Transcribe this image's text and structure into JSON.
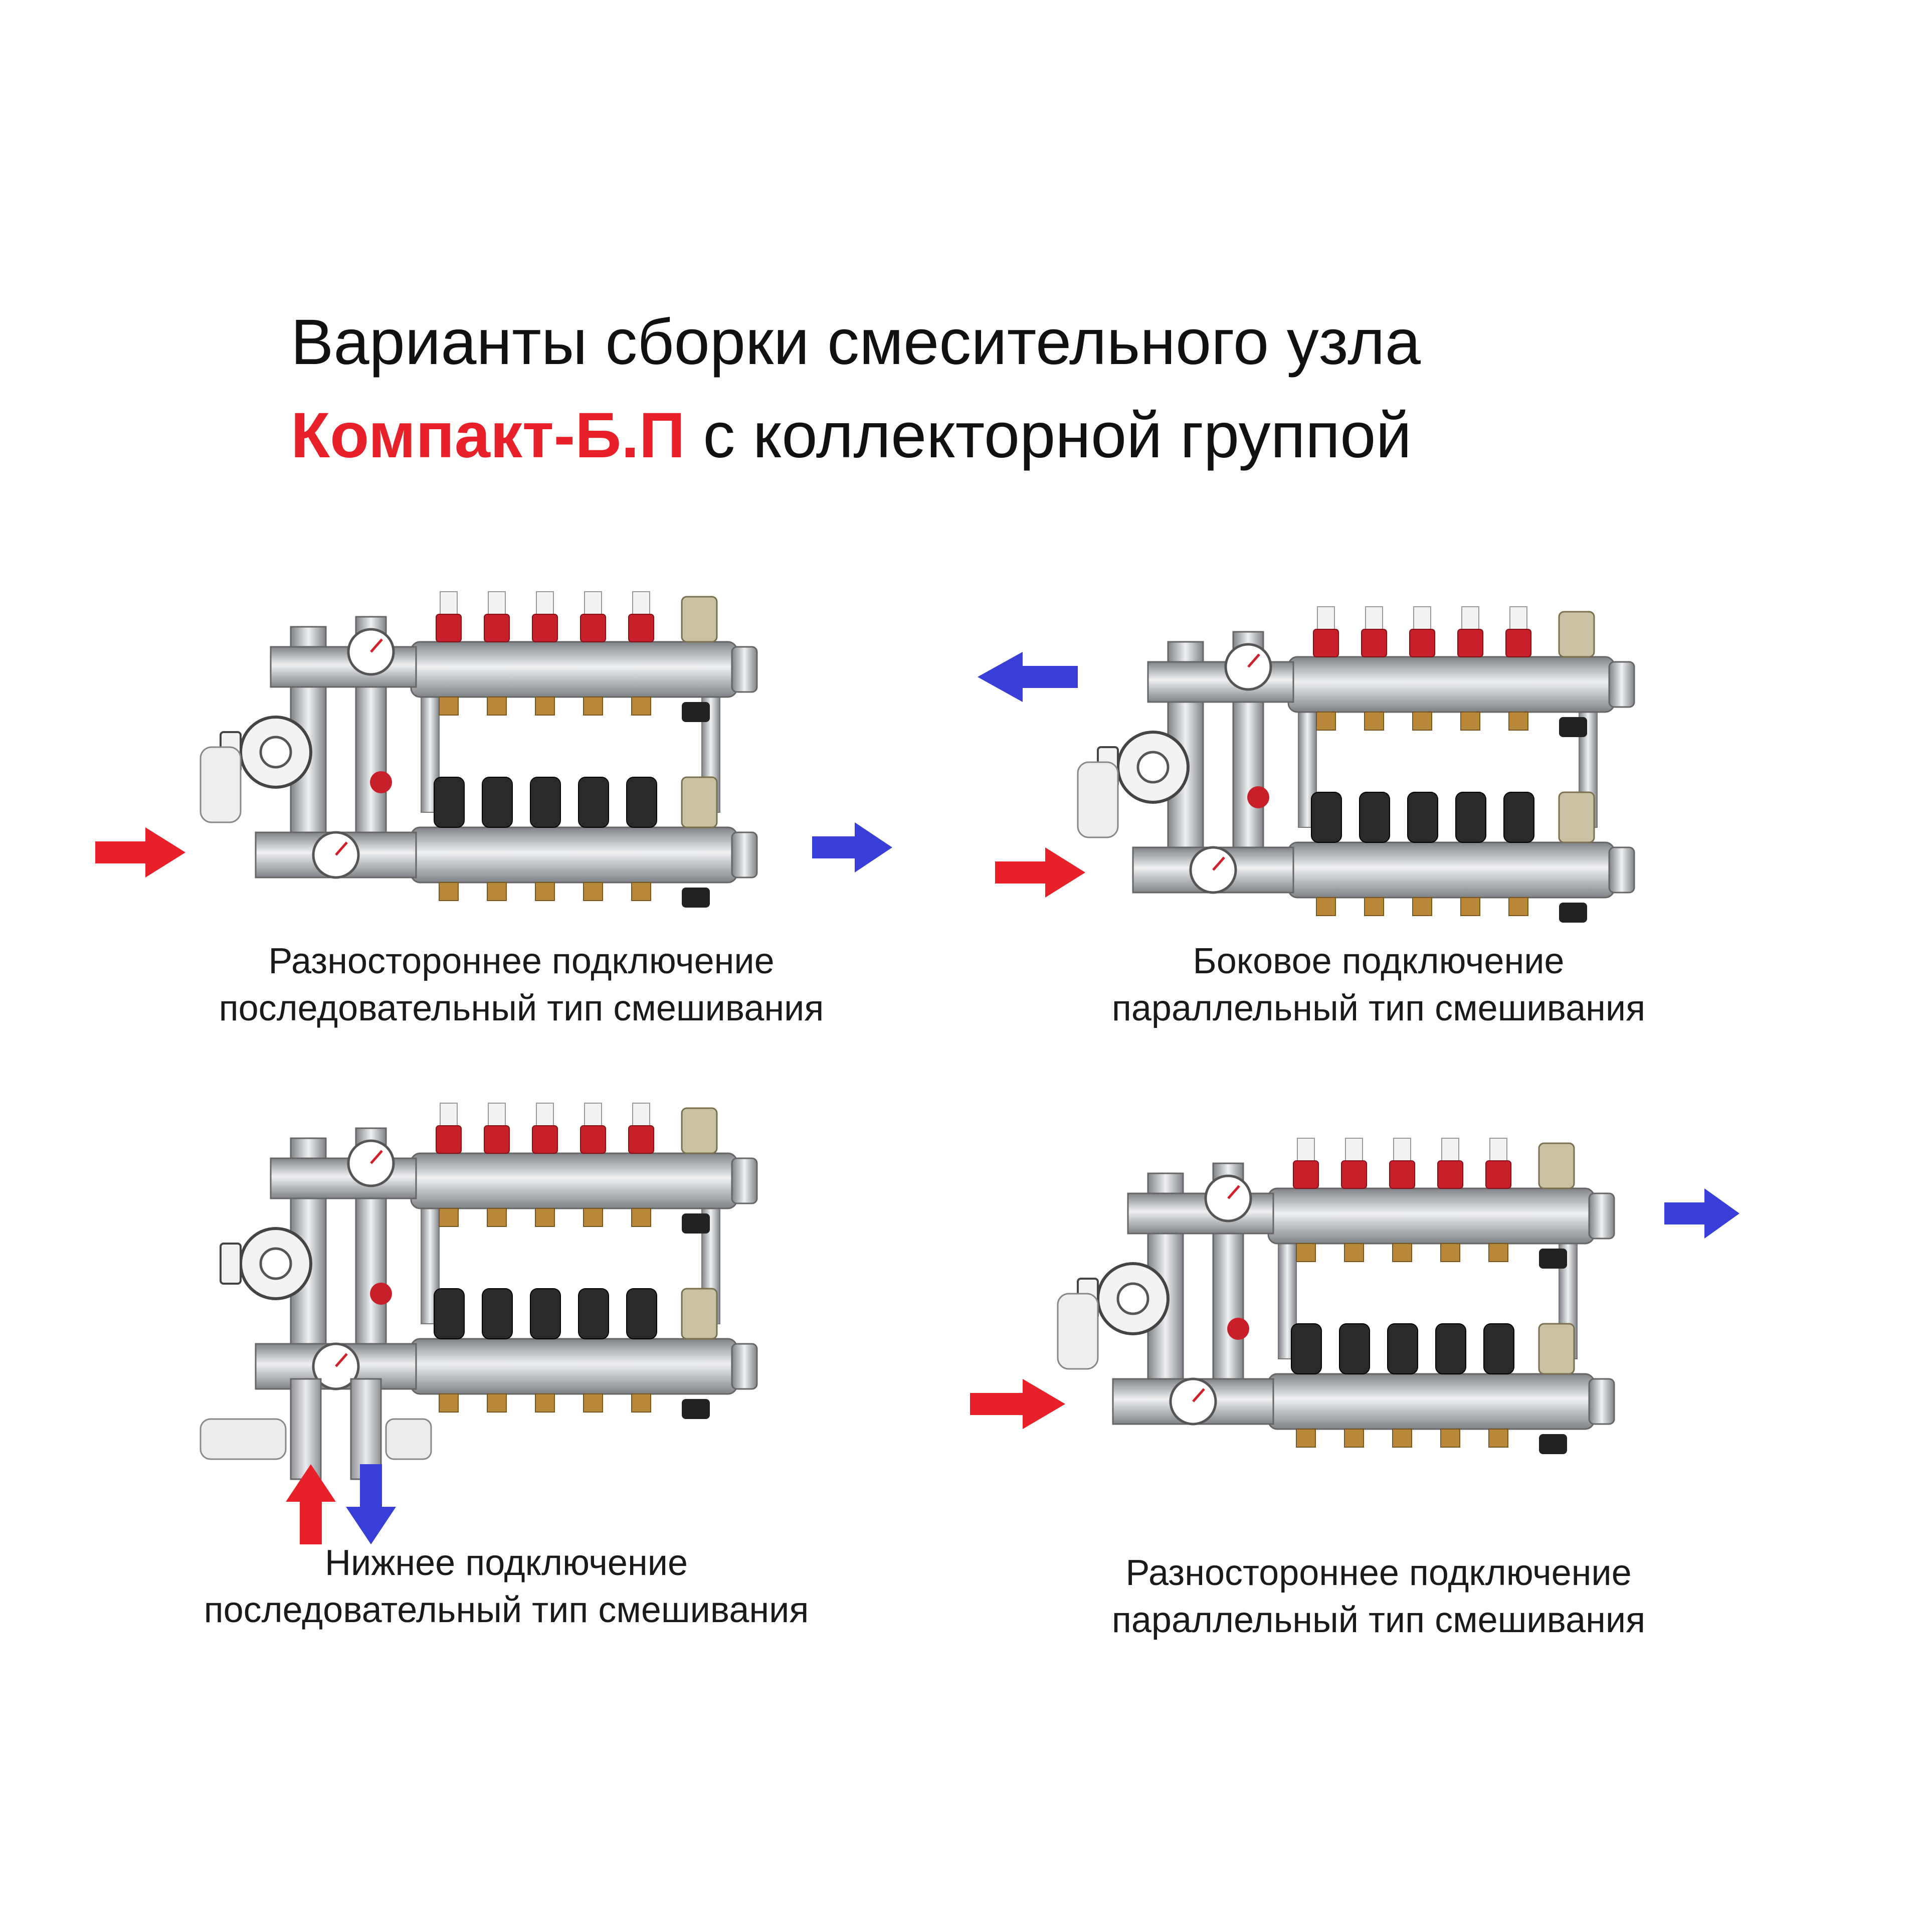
{
  "title": {
    "line1": "Варианты сборки смесительного узла",
    "brand": "Компакт-Б.П",
    "line2_rest": " с  коллекторной группой"
  },
  "variants": [
    {
      "line1": "Разностороннее подключение",
      "line2": "последовательный тип смешивания"
    },
    {
      "line1": "Боковое подключение",
      "line2": "параллельный тип смешивания"
    },
    {
      "line1": "Нижнее подключение",
      "line2": "последовательный тип смешивания"
    },
    {
      "line1": "Разностороннее подключение",
      "line2": "параллельный тип смешивания"
    }
  ],
  "colors": {
    "supply_arrow": "#e8202a",
    "return_arrow": "#3a3ed8",
    "brand": "#e8202a",
    "flowmeter": "#c8202a",
    "valve_cap": "#2a2a2a",
    "steel": "#b9bcc0",
    "brass": "#b8893a"
  },
  "icons": {
    "supply": "red-arrow-icon",
    "return": "blue-arrow-icon",
    "pump": "circulation-pump-icon",
    "gauge": "thermometer-gauge-icon",
    "thermo_head": "thermostatic-head-icon"
  }
}
